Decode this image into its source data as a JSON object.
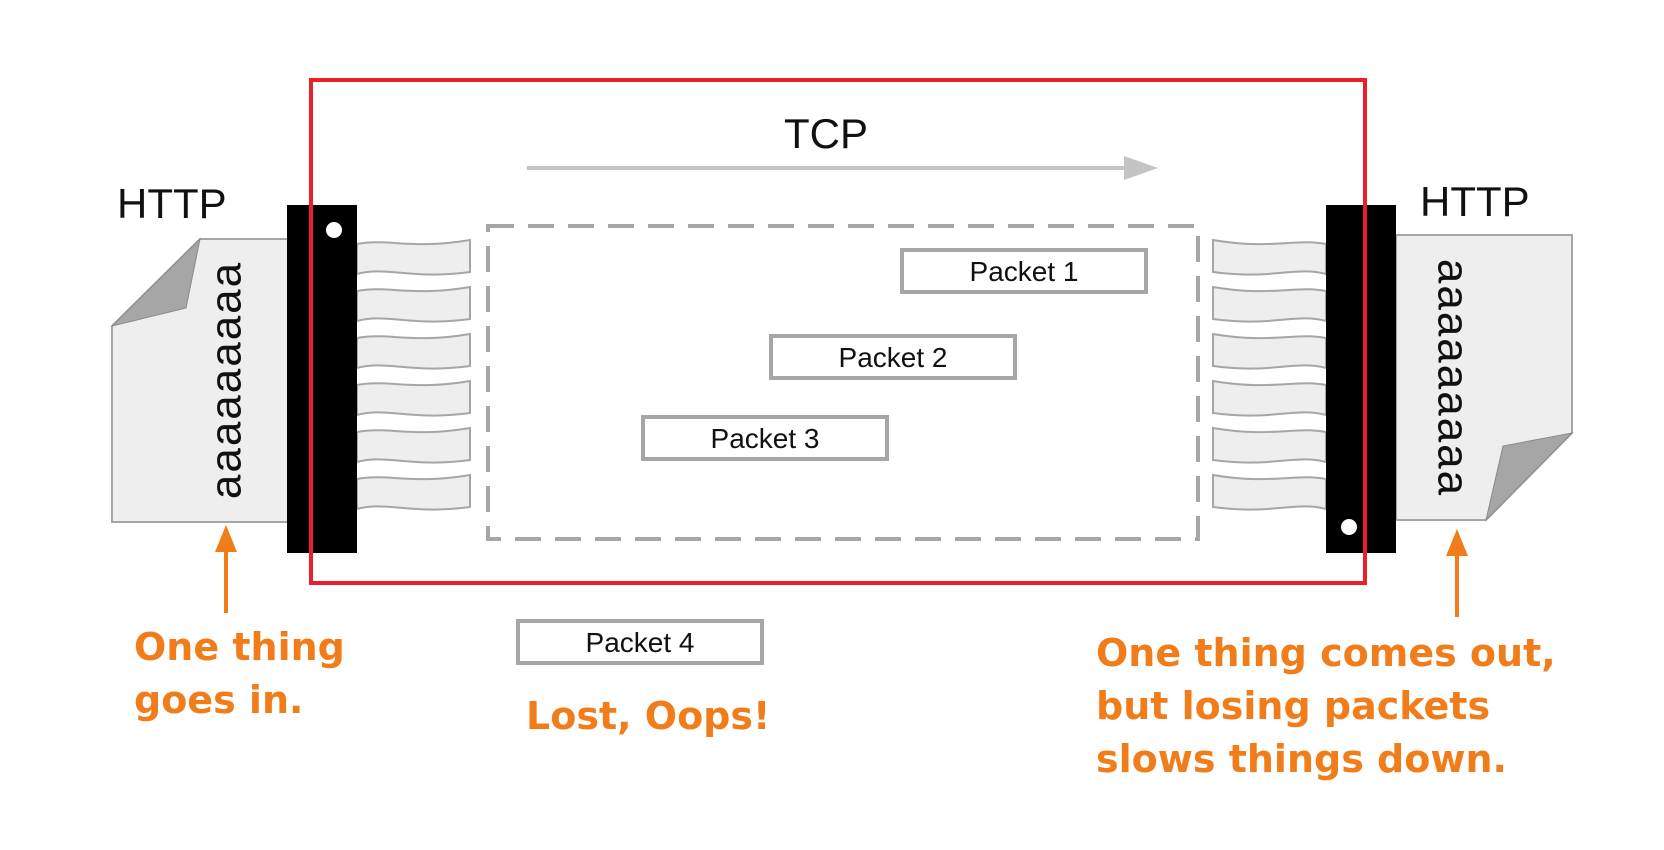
{
  "tcp_label": "TCP",
  "http_left_label": "HTTP",
  "http_right_label": "HTTP",
  "left_doc_text": "aaaaaaaaa",
  "right_doc_text": "aaaaaaaaa",
  "packets": {
    "p1": "Packet 1",
    "p2": "Packet 2",
    "p3": "Packet 3",
    "p4": "Packet 4"
  },
  "annotations": {
    "left": [
      "One thing",
      "goes in."
    ],
    "lost": "Lost, Oops!",
    "right": [
      "One thing comes out,",
      "but losing packets",
      "slows things down."
    ]
  },
  "colors": {
    "tcp_border": "#e8202a",
    "annotation": "#f07d1a",
    "packet_border": "#a6a6a6",
    "arrow": "#c4c4c4",
    "document": "#eeeeee",
    "connector": "#000000"
  },
  "icons": {
    "left_connector": "ribbon-connector-icon",
    "right_connector": "ribbon-connector-icon",
    "left_document": "document-icon",
    "right_document": "document-icon"
  }
}
